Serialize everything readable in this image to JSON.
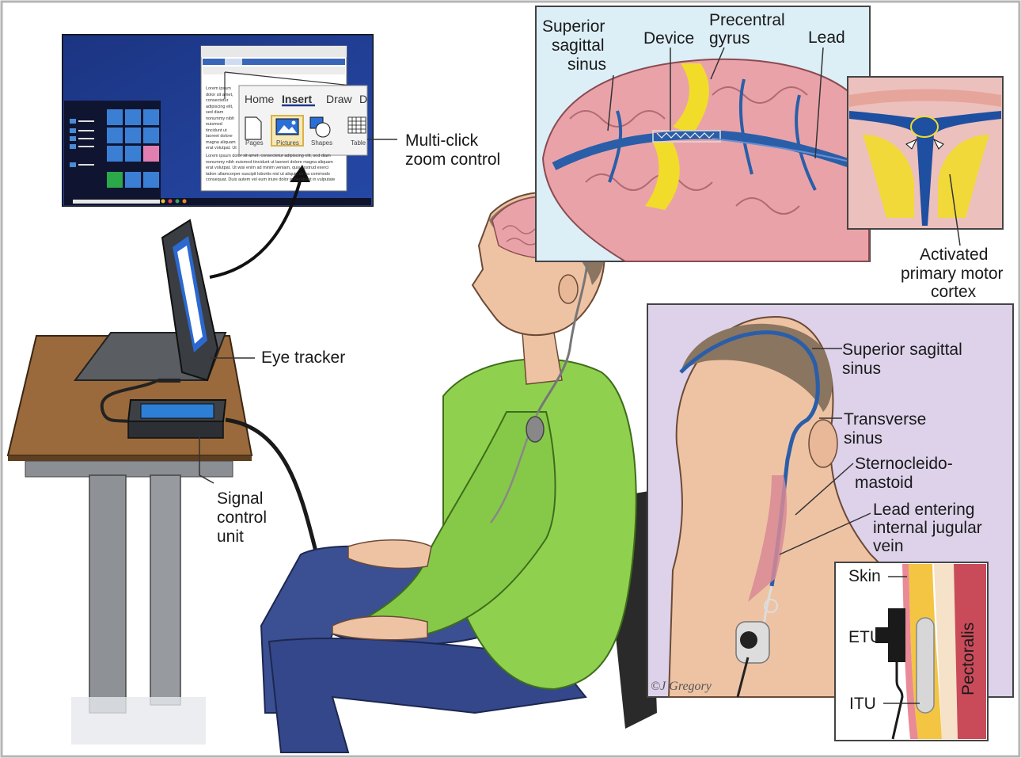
{
  "labels": {
    "superior_sagittal_sinus_top": [
      "Superior",
      "sagittal",
      "sinus"
    ],
    "device": "Device",
    "precentral_gyrus": [
      "Precentral",
      "gyrus"
    ],
    "lead": "Lead",
    "activated_motor_cortex": [
      "Activated",
      "primary motor",
      "cortex"
    ],
    "multi_click_zoom": [
      "Multi-click",
      "zoom control"
    ],
    "eye_tracker": "Eye tracker",
    "signal_control_unit": [
      "Signal",
      "control",
      "unit"
    ],
    "superior_sagittal_sinus_side": [
      "Superior sagittal",
      "sinus"
    ],
    "transverse_sinus": [
      "Transverse",
      "sinus"
    ],
    "sternocleidomastoid": [
      "Sternocleido-",
      "mastoid"
    ],
    "lead_jugular": [
      "Lead entering",
      "internal jugular",
      "vein"
    ],
    "skin": "Skin",
    "etu": "ETU",
    "itu": "ITU",
    "pectoralis": "Pectoralis",
    "credit": "©J Gregory"
  },
  "screen_ui": {
    "ribbon_tabs": [
      "Home",
      "Insert",
      "Draw",
      "D"
    ],
    "active_tab": "Insert",
    "ribbon_items": [
      "Pages",
      "Pictures",
      "Shapes",
      "Table"
    ],
    "document_text": "Lorem ipsum dolor sit amet, consectetur adipiscing elit, sed diam nonummy nibh euismod tincidunt ut laoreet dolore magna aliquam erat volutpat. Ut wisi enim ad minim veniam, quis nostrud exerci tation ullamcorper suscipit lobortis nisl ut aliquip ex ea commodo consequat. Duis autem vel eum iriure dolor in hendrerit in vulputate velit esse molestie consequat, vel illum dolore eu feugiat nulla facilisis at vero eros et accumsan et iusto odio dignissim qui blandit praesent luptatum zzril delenit augue duis dolore te feugait nulla facilisi. Lorem ipsum dolor sit amet, consectetuer adipiscing elit, sed diam nonummy nibh euismod tincidunt ut laoreet dolore magna aliquam erat volutpat. Ut wisi enim ad minim veniam, quis nostrud exerci tation ullamcorper suscipit lobortis nisl ut aliquip ex ea commodo consequat. Lorem ipsum dolor sit amet, consectetuer adipiscing elit,"
  },
  "colors": {
    "desktop_blue": "#1e3a8a",
    "brain_pink": "#e9a3a8",
    "vein_blue": "#2a5ea8",
    "shirt_green": "#8fd14f",
    "jeans_blue": "#3b4f93",
    "desk_wood": "#9a6a3c",
    "activation_yellow": "#f2dc2a",
    "panel_blue_bg": "#dceef6",
    "panel_purple_bg": "#ddd2ea"
  }
}
